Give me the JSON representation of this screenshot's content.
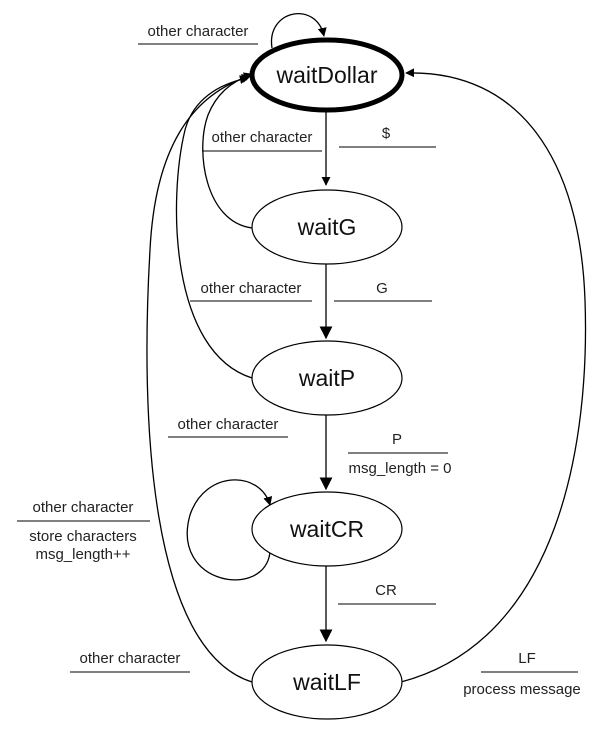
{
  "states": {
    "wait_dollar": "waitDollar",
    "wait_g": "waitG",
    "wait_p": "waitP",
    "wait_cr": "waitCR",
    "wait_lf": "waitLF"
  },
  "transitions": {
    "dollar_self": {
      "event": "other character"
    },
    "dollar_to_g": {
      "event": "$"
    },
    "g_to_dollar": {
      "event": "other character"
    },
    "g_to_p": {
      "event": "G"
    },
    "p_to_dollar": {
      "event": "other character"
    },
    "p_to_cr": {
      "event": "P",
      "action": "msg_length = 0"
    },
    "cr_to_dollar": {
      "event": "other character"
    },
    "cr_self": {
      "event": "other character",
      "action_line1": "store characters",
      "action_line2": "msg_length++"
    },
    "cr_to_lf": {
      "event": "CR"
    },
    "lf_to_dollar_left": {
      "event": "other character"
    },
    "lf_to_dollar_right": {
      "event": "LF",
      "action": "process message"
    }
  }
}
